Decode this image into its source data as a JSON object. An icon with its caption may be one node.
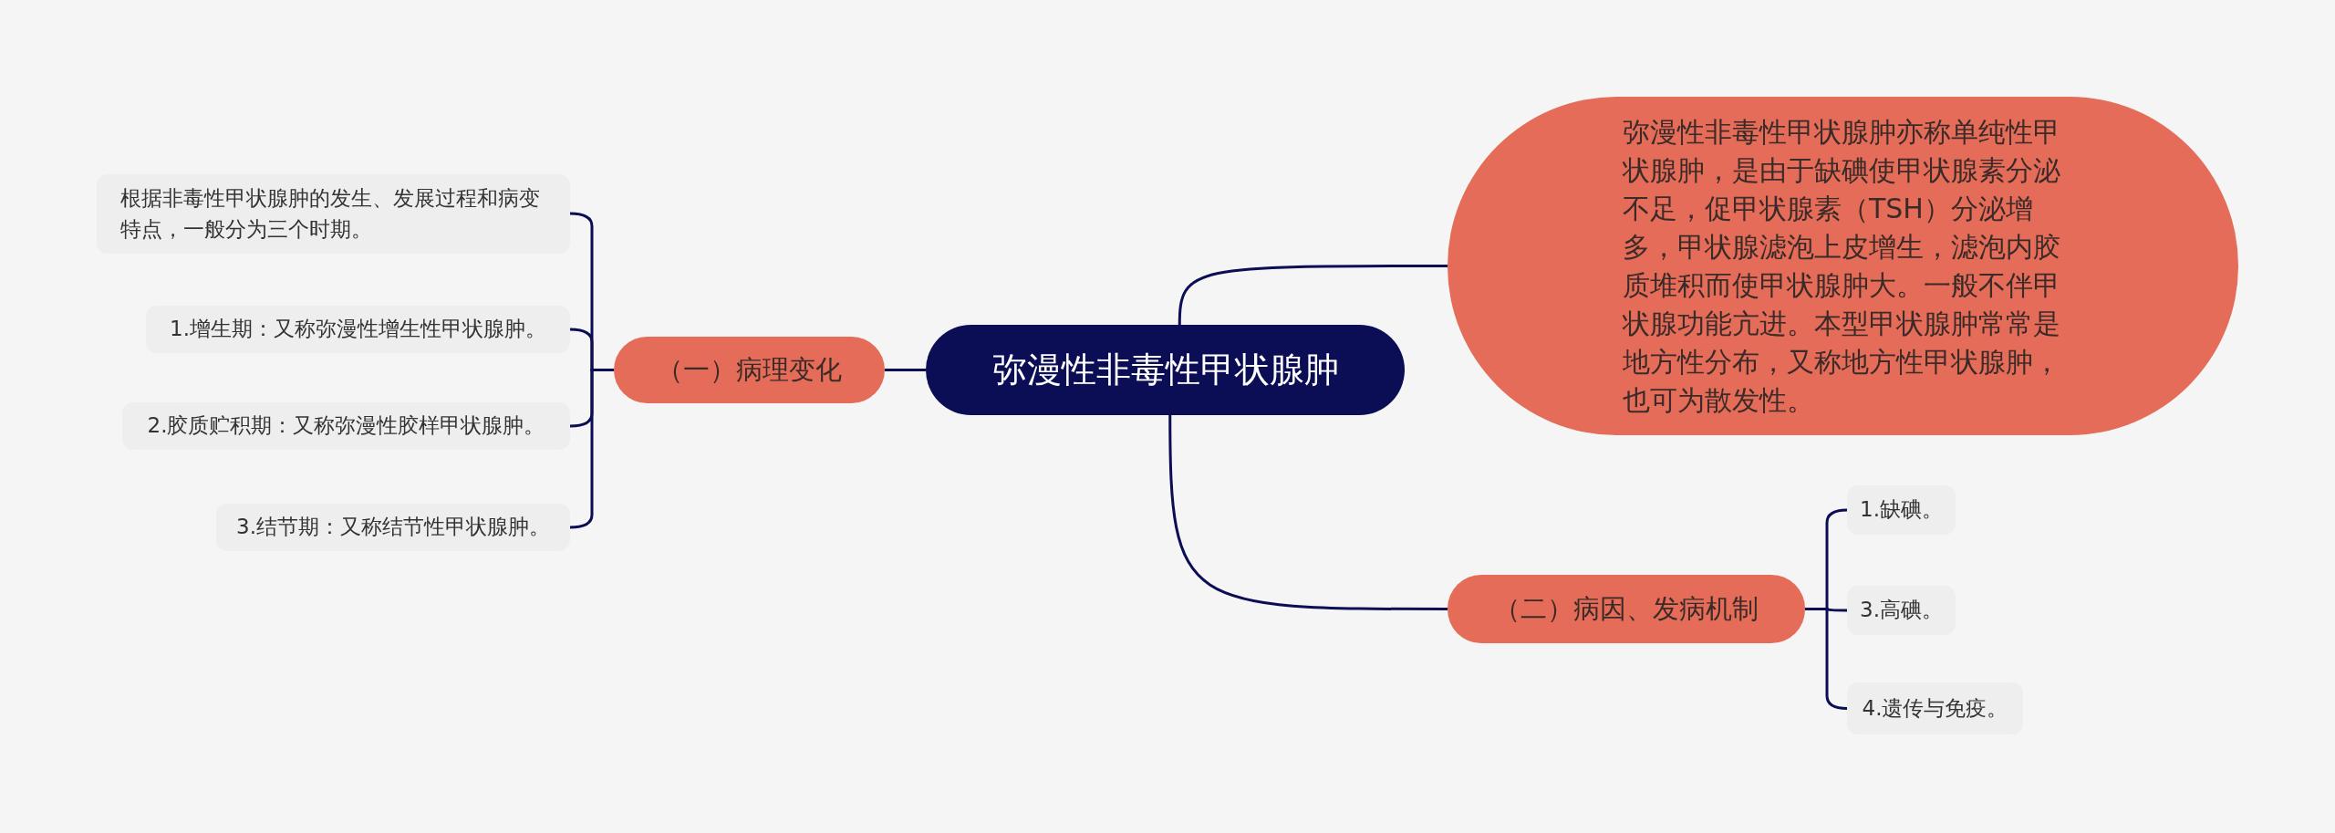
{
  "diagram": {
    "nodes": [
      {
        "text": [
          "弥漫性非毒性甲状腺肿"
        ]
      },
      {
        "text": [
          "（一）病理变化"
        ]
      },
      {
        "text": [
          "根据非毒性甲状腺肿的发生、发展过程和病变特点，一般分为三个时期。"
        ]
      },
      {
        "text": [
          "1.增生期：又称弥漫性增生性甲状腺肿。"
        ]
      },
      {
        "text": [
          "2.胶质贮积期：又称弥漫性胶样甲状腺肿。"
        ]
      },
      {
        "text": [
          "3.结节期：又称结节性甲状腺肿。"
        ]
      },
      {
        "text": [
          "弥漫性非毒性甲状腺肿亦称单纯性甲状腺肿，是由于缺碘使甲状腺素分泌不足，促甲状腺素（TSH）分泌增多，甲状腺滤泡上皮增生，滤泡内胶质堆积而使甲状腺肿大。一般不伴甲状腺功能亢进。本型甲状腺肿常常是地方性分布，又称地方性甲状腺肿，也可为散发性。"
        ]
      },
      {
        "text": [
          "（二）病因、发病机制"
        ]
      },
      {
        "text": [
          "1.缺碘。"
        ]
      },
      {
        "text": [
          "3.高碘。"
        ]
      },
      {
        "text": [
          "4.遗传与免疫。"
        ]
      }
    ],
    "edges": [
      {
        "from": 0,
        "to": 1,
        "arrow": "none"
      },
      {
        "from": 1,
        "to": 2,
        "arrow": "none"
      },
      {
        "from": 1,
        "to": 3,
        "arrow": "none"
      },
      {
        "from": 1,
        "to": 4,
        "arrow": "none"
      },
      {
        "from": 1,
        "to": 5,
        "arrow": "none"
      },
      {
        "from": 0,
        "to": 6,
        "arrow": "none"
      },
      {
        "from": 0,
        "to": 7,
        "arrow": "none"
      },
      {
        "from": 7,
        "to": 8,
        "arrow": "none"
      },
      {
        "from": 7,
        "to": 9,
        "arrow": "none"
      },
      {
        "from": 7,
        "to": 10,
        "arrow": "none"
      }
    ]
  }
}
